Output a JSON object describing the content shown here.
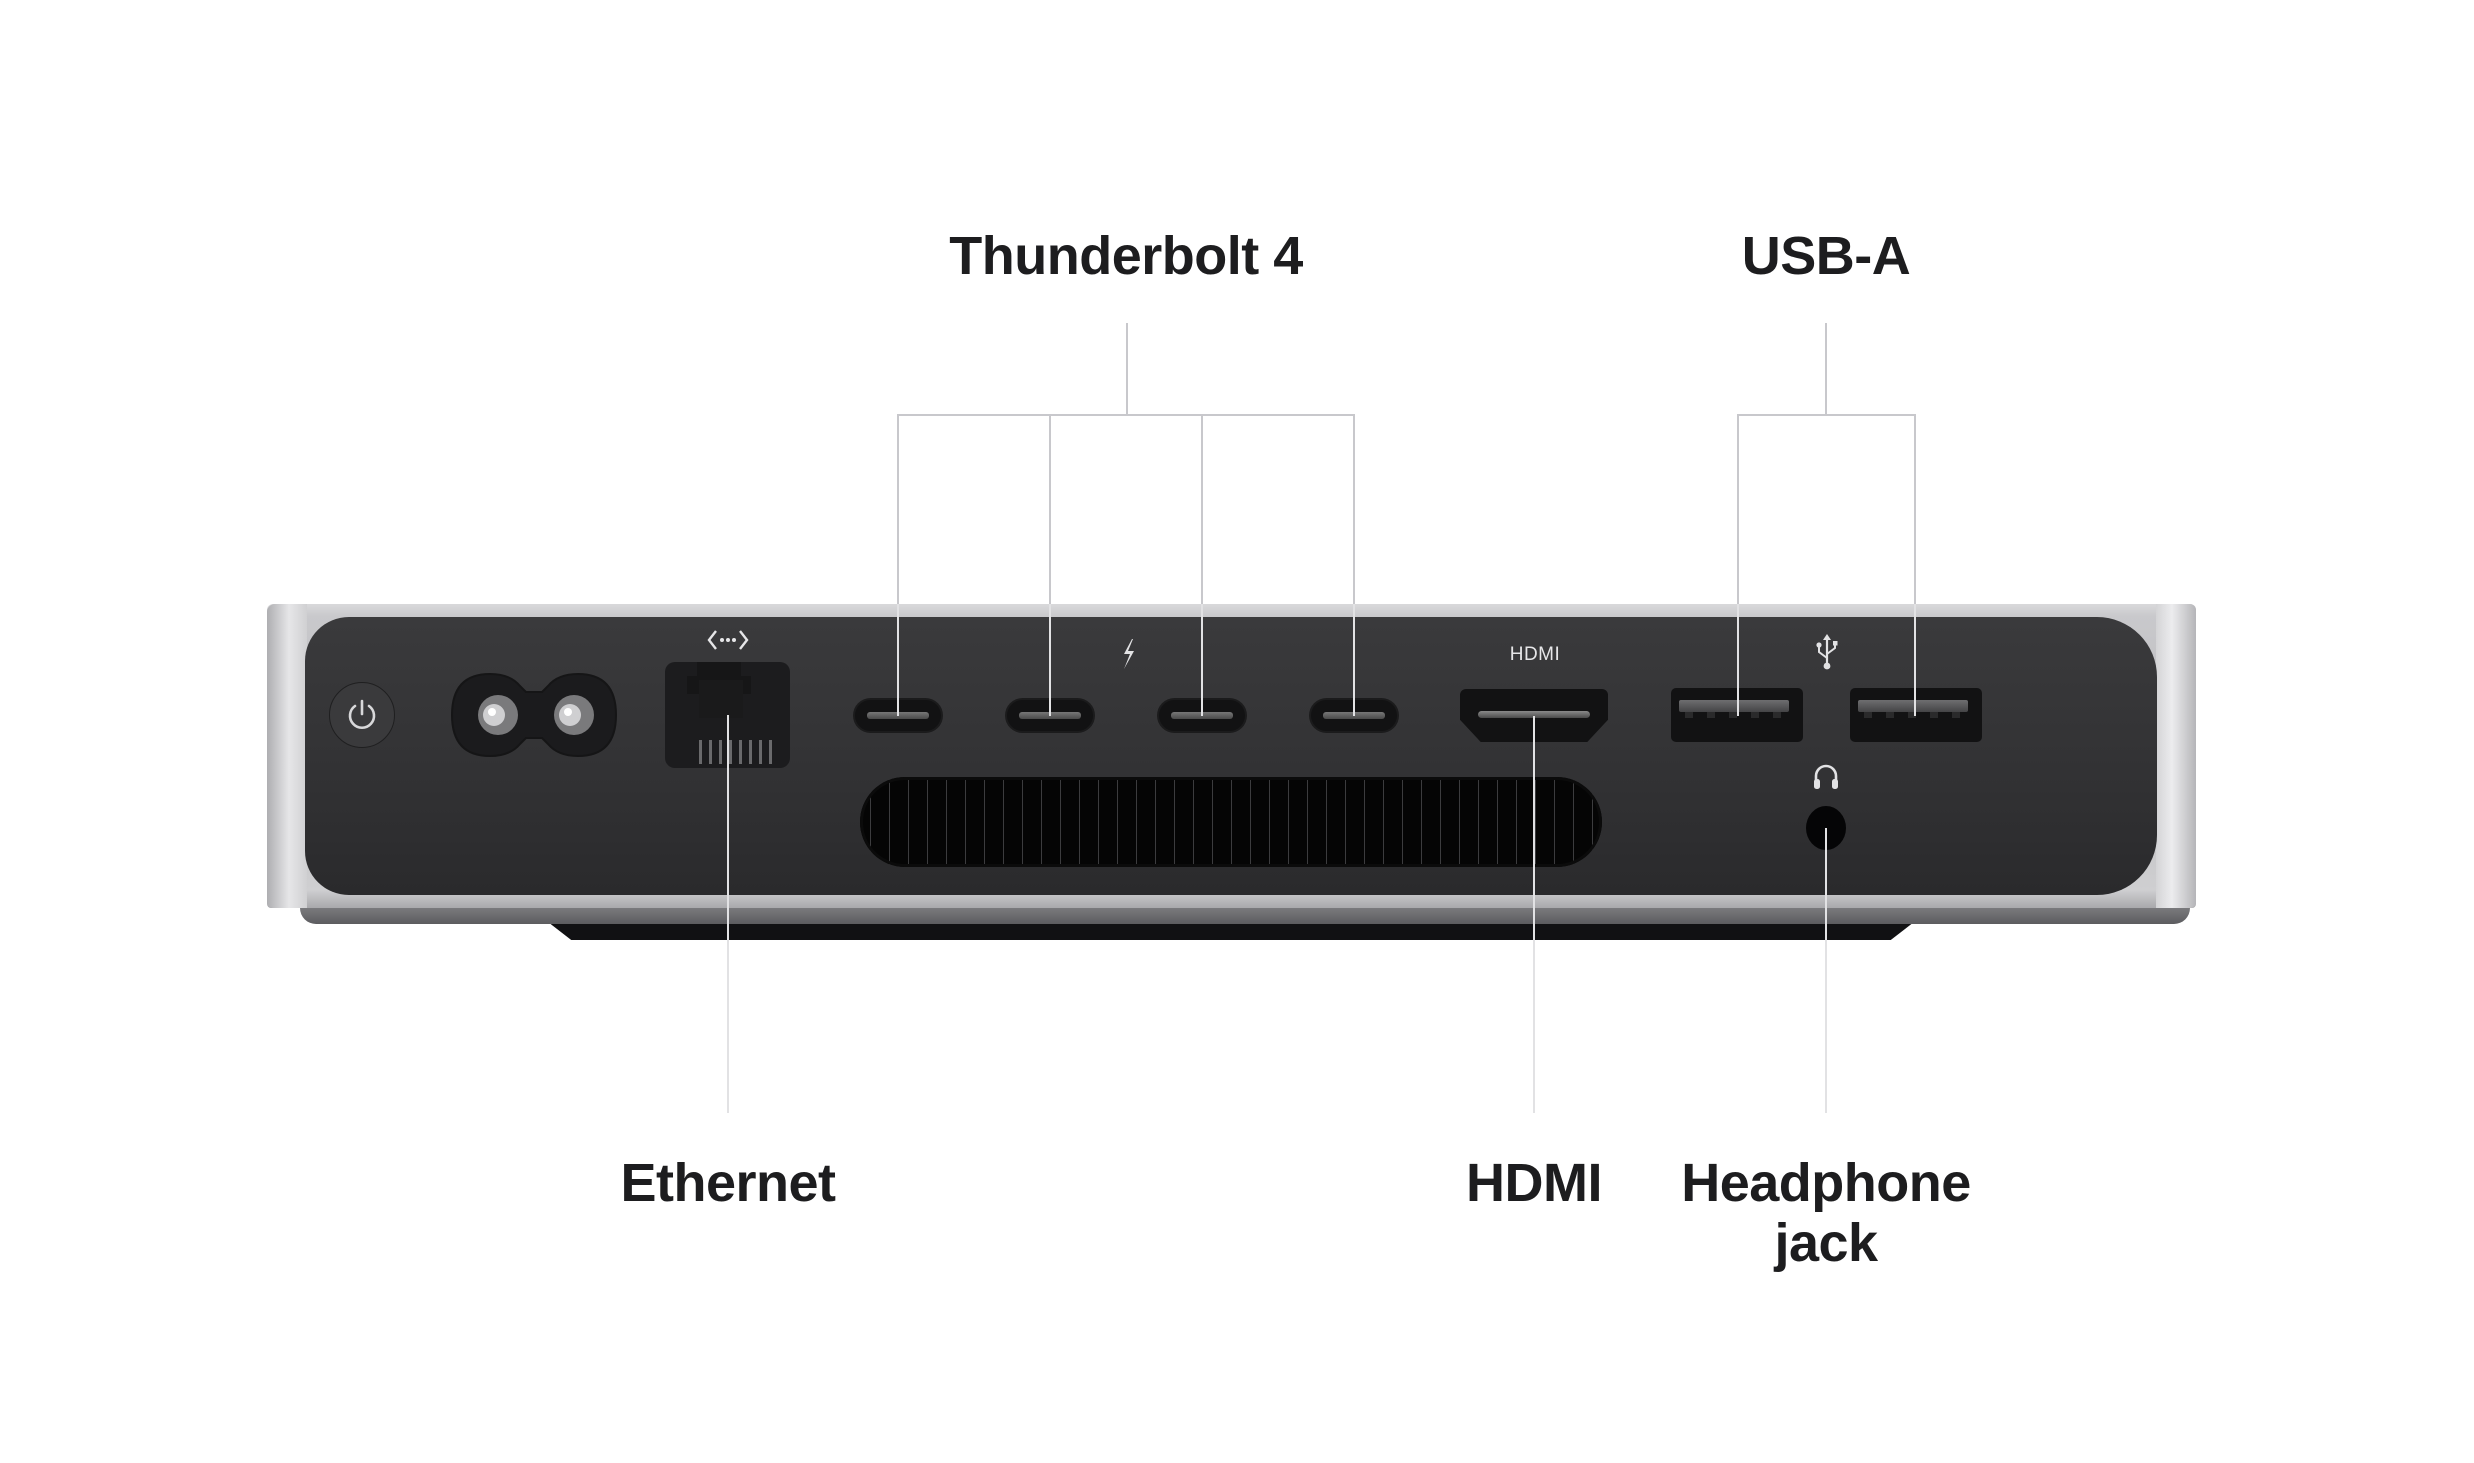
{
  "diagram": {
    "subject": "Mac mini rear port panel",
    "background_color": "#ffffff",
    "label_color": "#1d1d1f",
    "leader_line_color": "#c8c8cc",
    "top_labels": [
      {
        "id": "thunderbolt",
        "text": "Thunderbolt 4",
        "port_count": 4
      },
      {
        "id": "usb_a",
        "text": "USB-A",
        "port_count": 2
      }
    ],
    "bottom_labels": [
      {
        "id": "ethernet",
        "text": "Ethernet"
      },
      {
        "id": "hdmi",
        "text": "HDMI"
      },
      {
        "id": "headphone",
        "line1": "Headphone",
        "line2": "jack"
      }
    ],
    "device_markings": {
      "hdmi_text": "HDMI",
      "ethernet_icon": "ethernet-icon",
      "thunderbolt_icon": "thunderbolt-icon",
      "usb_icon": "usb-icon",
      "headphone_icon": "headphone-icon",
      "power_icon": "power-icon"
    },
    "ports": [
      {
        "name": "power-button"
      },
      {
        "name": "ac-power-socket"
      },
      {
        "name": "ethernet-port"
      },
      {
        "name": "thunderbolt-port-1"
      },
      {
        "name": "thunderbolt-port-2"
      },
      {
        "name": "thunderbolt-port-3"
      },
      {
        "name": "thunderbolt-port-4"
      },
      {
        "name": "hdmi-port"
      },
      {
        "name": "usb-a-port-1"
      },
      {
        "name": "usb-a-port-2"
      },
      {
        "name": "headphone-jack"
      },
      {
        "name": "air-vent"
      }
    ]
  }
}
